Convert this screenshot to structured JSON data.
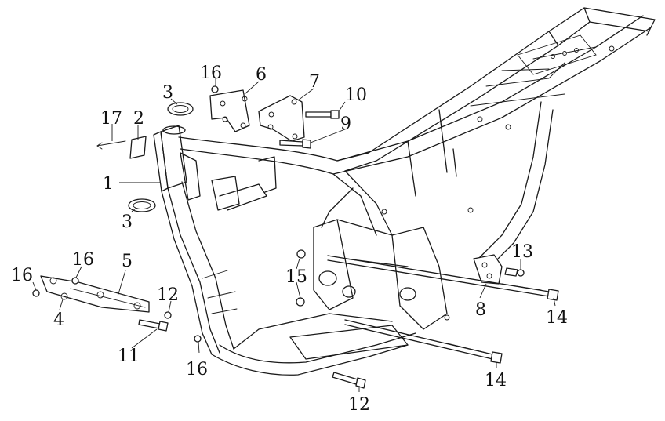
{
  "diagram": {
    "type": "exploded-parts-diagram",
    "callouts": [
      {
        "id": "c1",
        "label": "1"
      },
      {
        "id": "c2",
        "label": "2"
      },
      {
        "id": "c3a",
        "label": "3"
      },
      {
        "id": "c3b",
        "label": "3"
      },
      {
        "id": "c4",
        "label": "4"
      },
      {
        "id": "c5",
        "label": "5"
      },
      {
        "id": "c6",
        "label": "6"
      },
      {
        "id": "c7",
        "label": "7"
      },
      {
        "id": "c8",
        "label": "8"
      },
      {
        "id": "c9",
        "label": "9"
      },
      {
        "id": "c10",
        "label": "10"
      },
      {
        "id": "c11",
        "label": "11"
      },
      {
        "id": "c12a",
        "label": "12"
      },
      {
        "id": "c12b",
        "label": "12"
      },
      {
        "id": "c13",
        "label": "13"
      },
      {
        "id": "c14a",
        "label": "14"
      },
      {
        "id": "c14b",
        "label": "14"
      },
      {
        "id": "c15",
        "label": "15"
      },
      {
        "id": "c16a",
        "label": "16"
      },
      {
        "id": "c16b",
        "label": "16"
      },
      {
        "id": "c16c",
        "label": "16"
      },
      {
        "id": "c16d",
        "label": "16"
      },
      {
        "id": "c17",
        "label": "17"
      }
    ]
  }
}
